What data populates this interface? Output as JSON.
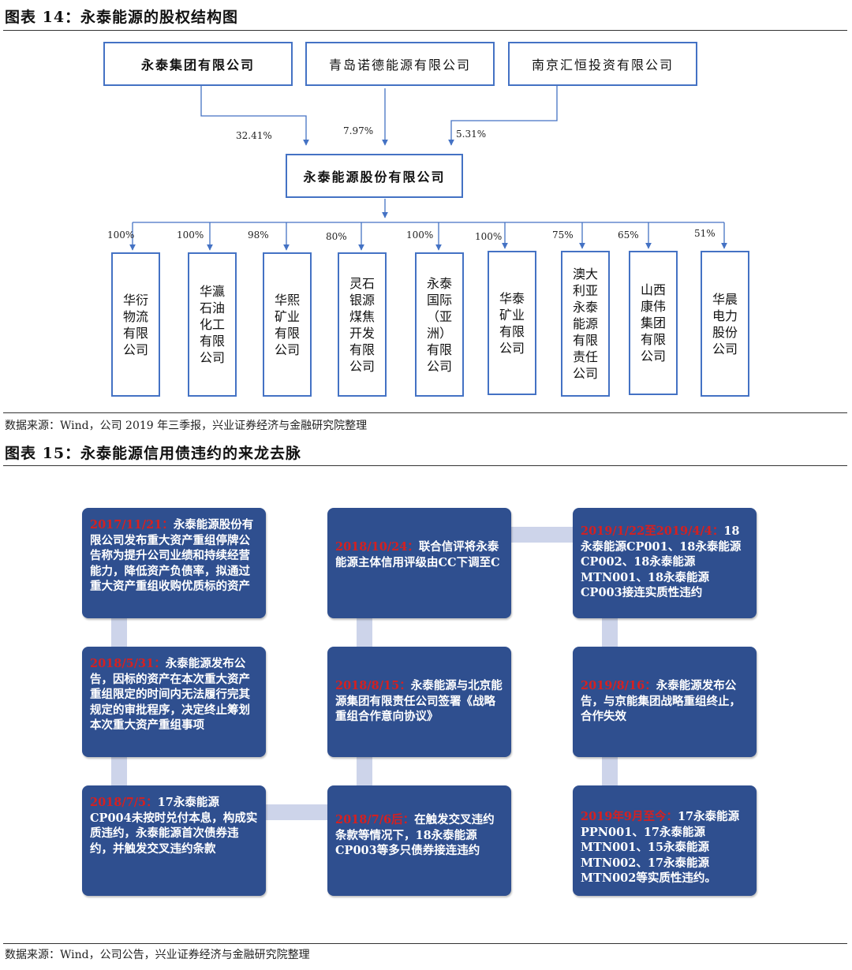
{
  "fig14": {
    "title": "图表 14：永泰能源的股权结构图",
    "shareholders": [
      {
        "name": "永泰集团有限公司",
        "pct": "32.41%"
      },
      {
        "name": "青岛诺德能源有限公司",
        "pct": "7.97%"
      },
      {
        "name": "南京汇恒投资有限公司",
        "pct": "5.31%"
      }
    ],
    "company": "永泰能源股份有限公司",
    "subsidiaries": [
      {
        "name": "华衍物流有限公司",
        "pct": "100%"
      },
      {
        "name": "华瀛石油化工有限公司",
        "pct": "100%"
      },
      {
        "name": "华熙矿业有限公司",
        "pct": "98%"
      },
      {
        "name": "灵石银源煤焦开发有限公司",
        "pct": "80%"
      },
      {
        "name": "永泰国际（亚洲）有限公司",
        "pct": "100%"
      },
      {
        "name": "华泰矿业有限公司",
        "pct": "100%"
      },
      {
        "name": "澳大利亚永泰能源有限责任公司",
        "pct": "75%"
      },
      {
        "name": "山西康伟集团有限公司",
        "pct": "65%"
      },
      {
        "name": "华晨电力股份公司",
        "pct": "51%"
      }
    ],
    "source": "数据来源：Wind，公司 2019 年三季报，兴业证券经济与金融研究院整理"
  },
  "fig15": {
    "title": "图表 15：永泰能源信用债违约的来龙去脉",
    "cards": [
      {
        "date": "2017/11/21：",
        "text": "永泰能源股份有限公司发布重大资产重组停牌公告称为提升公司业绩和持续经营能力，降低资产负债率，拟通过重大资产重组收购优质标的资产"
      },
      {
        "date": "2018/5/31：",
        "text": "永泰能源发布公告，因标的资产在本次重大资产重组限定的时间内无法履行完其规定的审批程序，决定终止筹划本次重大资产重组事项"
      },
      {
        "date": "2018/7/5：",
        "text": "17永泰能源CP004未按时兑付本息，构成实质违约，永泰能源首次债券违约，并触发交叉违约条款"
      },
      {
        "date": "2018/7/6后：",
        "text": "在触发交叉违约条款等情况下，18永泰能源CP003等多只债券接连违约"
      },
      {
        "date": "2018/8/15：",
        "text": "永泰能源与北京能源集团有限责任公司签署《战略重组合作意向协议》"
      },
      {
        "date": "2018/10/24：",
        "text": "联合信评将永泰能源主体信用评级由CC下调至C"
      },
      {
        "date": "2019/1/22至2019/4/4：",
        "text": "18永泰能源CP001、18永泰能源CP002、18永泰能源MTN001、18永泰能源CP003接连实质性违约"
      },
      {
        "date": "2019/8/16：",
        "text": "永泰能源发布公告，与京能集团战略重组终止，合作失效"
      },
      {
        "date": "2019年9月至今：",
        "text": "17永泰能源PPN001、17永泰能源MTN001、15永泰能源MTN002、17永泰能源MTN002等实质性违约。"
      }
    ],
    "source": "数据来源：Wind，公司公告，兴业证券经济与金融研究院整理"
  },
  "colors": {
    "box_border": "#4472c4",
    "card_bg": "#2f4f8f",
    "date_red": "#d62020",
    "connector": "#cdd4ea"
  }
}
